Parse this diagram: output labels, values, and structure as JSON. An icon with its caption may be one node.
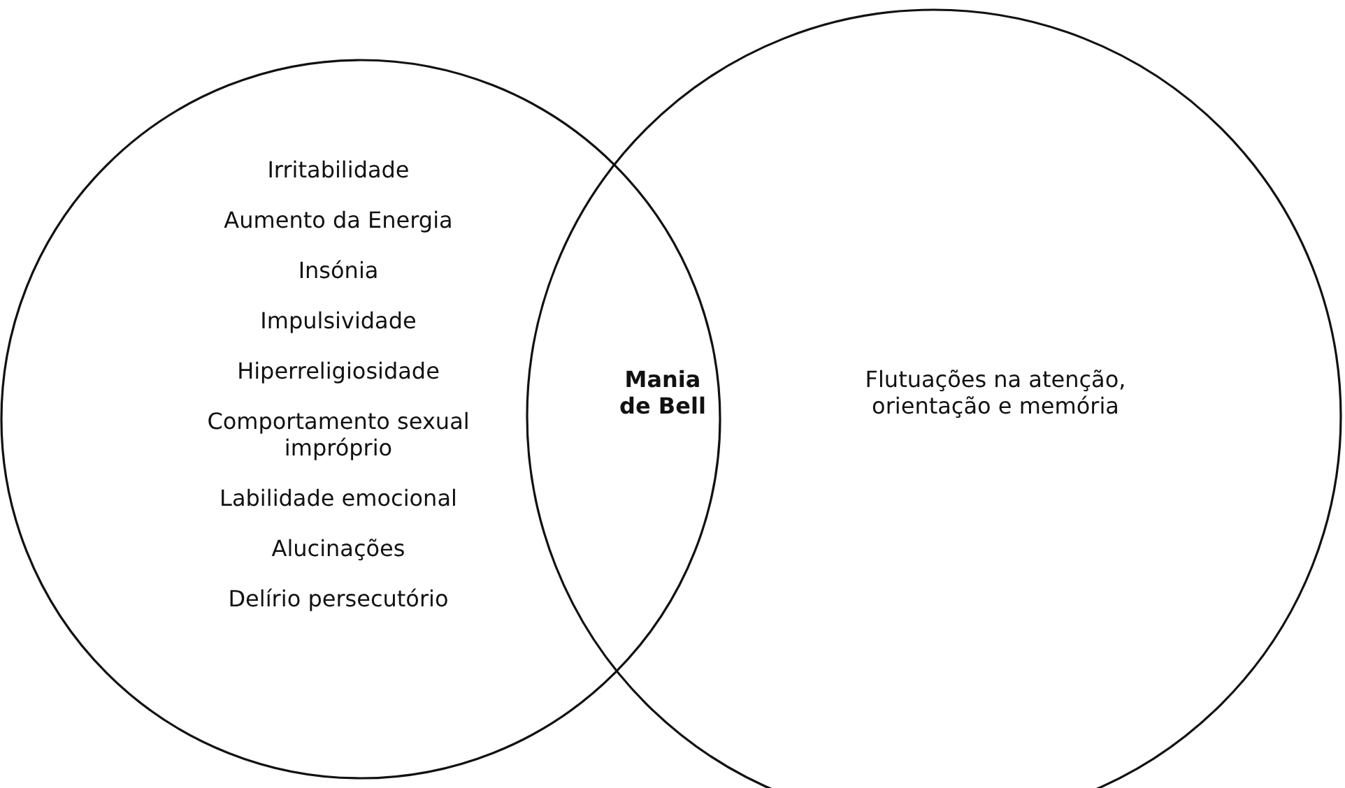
{
  "diagram": {
    "nodes": [
      {
        "text": [
          "Irritabilidade",
          "Aumento da Energia",
          "Insónia",
          "Impulsividade",
          "Hiperreligiosidade",
          "Comportamento sexual impróprio",
          "Labilidade emocional",
          "Alucinações",
          "Delírio persecutório"
        ]
      },
      {
        "text": [
          "Flutuações na atenção, orientação e memória"
        ]
      }
    ],
    "edges": [],
    "labels": [
      "Mania de Bell"
    ]
  }
}
